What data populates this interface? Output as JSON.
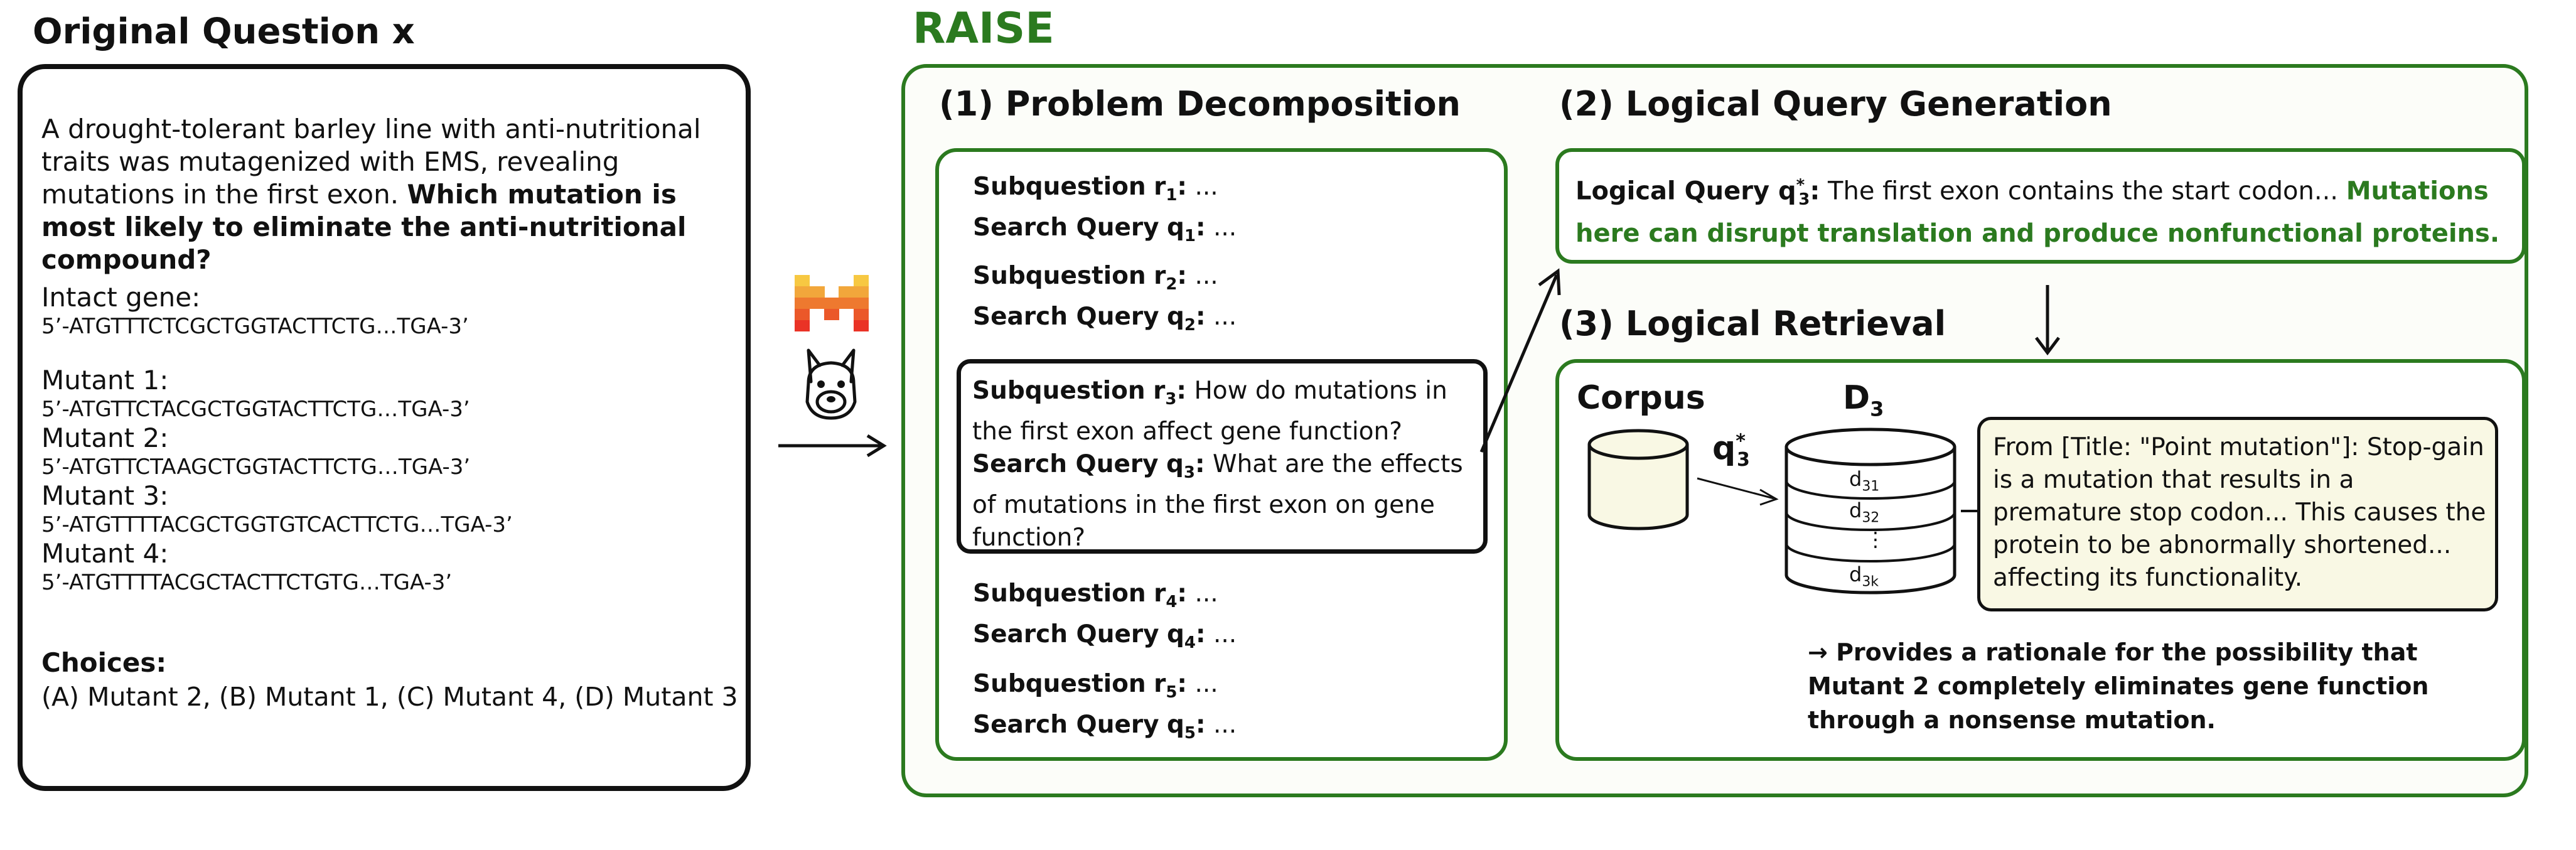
{
  "left": {
    "title": "Original Question x",
    "question_part1": "A drought-tolerant barley line with anti-nutritional traits was mutagenized with EMS, revealing mutations in the first exon.",
    "question_bold": "Which mutation is most likely to eliminate the anti-nutritional compound?",
    "genes": [
      {
        "label": "Intact gene:",
        "seq": "5’-ATGTTTCTCGCTGGTACTTCTG…TGA-3’"
      },
      {
        "label": "Mutant 1:",
        "seq": "5’-ATGTTCTACGCTGGTACTTCTG…TGA-3’"
      },
      {
        "label": "Mutant 2:",
        "seq": "5’-ATGTTCTAAGCTGGTACTTCTG…TGA-3’"
      },
      {
        "label": "Mutant 3:",
        "seq": "5’-ATGTTTTACGCTGGTGTCACTTCTG…TGA-3’"
      },
      {
        "label": "Mutant 4:",
        "seq": "5’-ATGTTTTACGCTACTTCTGTG…TGA-3’"
      }
    ],
    "choices_label": "Choices:",
    "choices_text": "(A) Mutant 2, (B) Mutant 1, (C) Mutant 4, (D) Mutant 3"
  },
  "raise": {
    "title": "RAISE",
    "decomp": {
      "title": "(1) Problem Decomposition",
      "sq_label": "Subquestion",
      "q_label": "Search Query",
      "ellipsis": "...",
      "items": [
        {
          "r": "r",
          "rsub": "1",
          "q": "q",
          "qsub": "1"
        },
        {
          "r": "r",
          "rsub": "2",
          "q": "q",
          "qsub": "2"
        },
        {
          "r": "r",
          "rsub": "4",
          "q": "q",
          "qsub": "4"
        },
        {
          "r": "r",
          "rsub": "5",
          "q": "q",
          "qsub": "5"
        }
      ],
      "highlight": {
        "rsub": "3",
        "qsub": "3",
        "subquestion": "How do mutations in the first exon affect gene function?",
        "search_query": "What are the effects of mutations in the first exon on gene function?"
      }
    },
    "lqg": {
      "title": "(2) Logical Query Generation",
      "label": "Logical Query q",
      "label_sup": "*",
      "label_sub": "3",
      "text_plain": "The first exon contains the start codon...",
      "text_green": "Mutations here can disrupt translation and produce nonfunctional proteins."
    },
    "retrieval": {
      "title": "(3) Logical Retrieval",
      "corpus_label": "Corpus",
      "query_label": "q",
      "query_sup": "*",
      "query_sub": "3",
      "docs_label": "D",
      "docs_sub": "3",
      "docs": [
        {
          "d": "d",
          "sub": "31"
        },
        {
          "d": "d",
          "sub": "32"
        },
        {
          "d": "⋮",
          "sub": ""
        },
        {
          "d": "d",
          "sub": "3k"
        }
      ],
      "doc_text": "From [Title: \"Point mutation\"]: Stop-gain is a mutation that results in a premature stop codon... This causes the protein to be abnormally shortened... affecting its functionality.",
      "rationale": "→ Provides a rationale for the possibility that Mutant 2 completely eliminates gene function through a nonsense mutation."
    }
  },
  "colors": {
    "green": "#2b7a1f",
    "doc_bg": "#f9f8e4",
    "border": "#111111"
  },
  "icons": [
    "mistral-logo-icon",
    "llama-logo-icon"
  ]
}
